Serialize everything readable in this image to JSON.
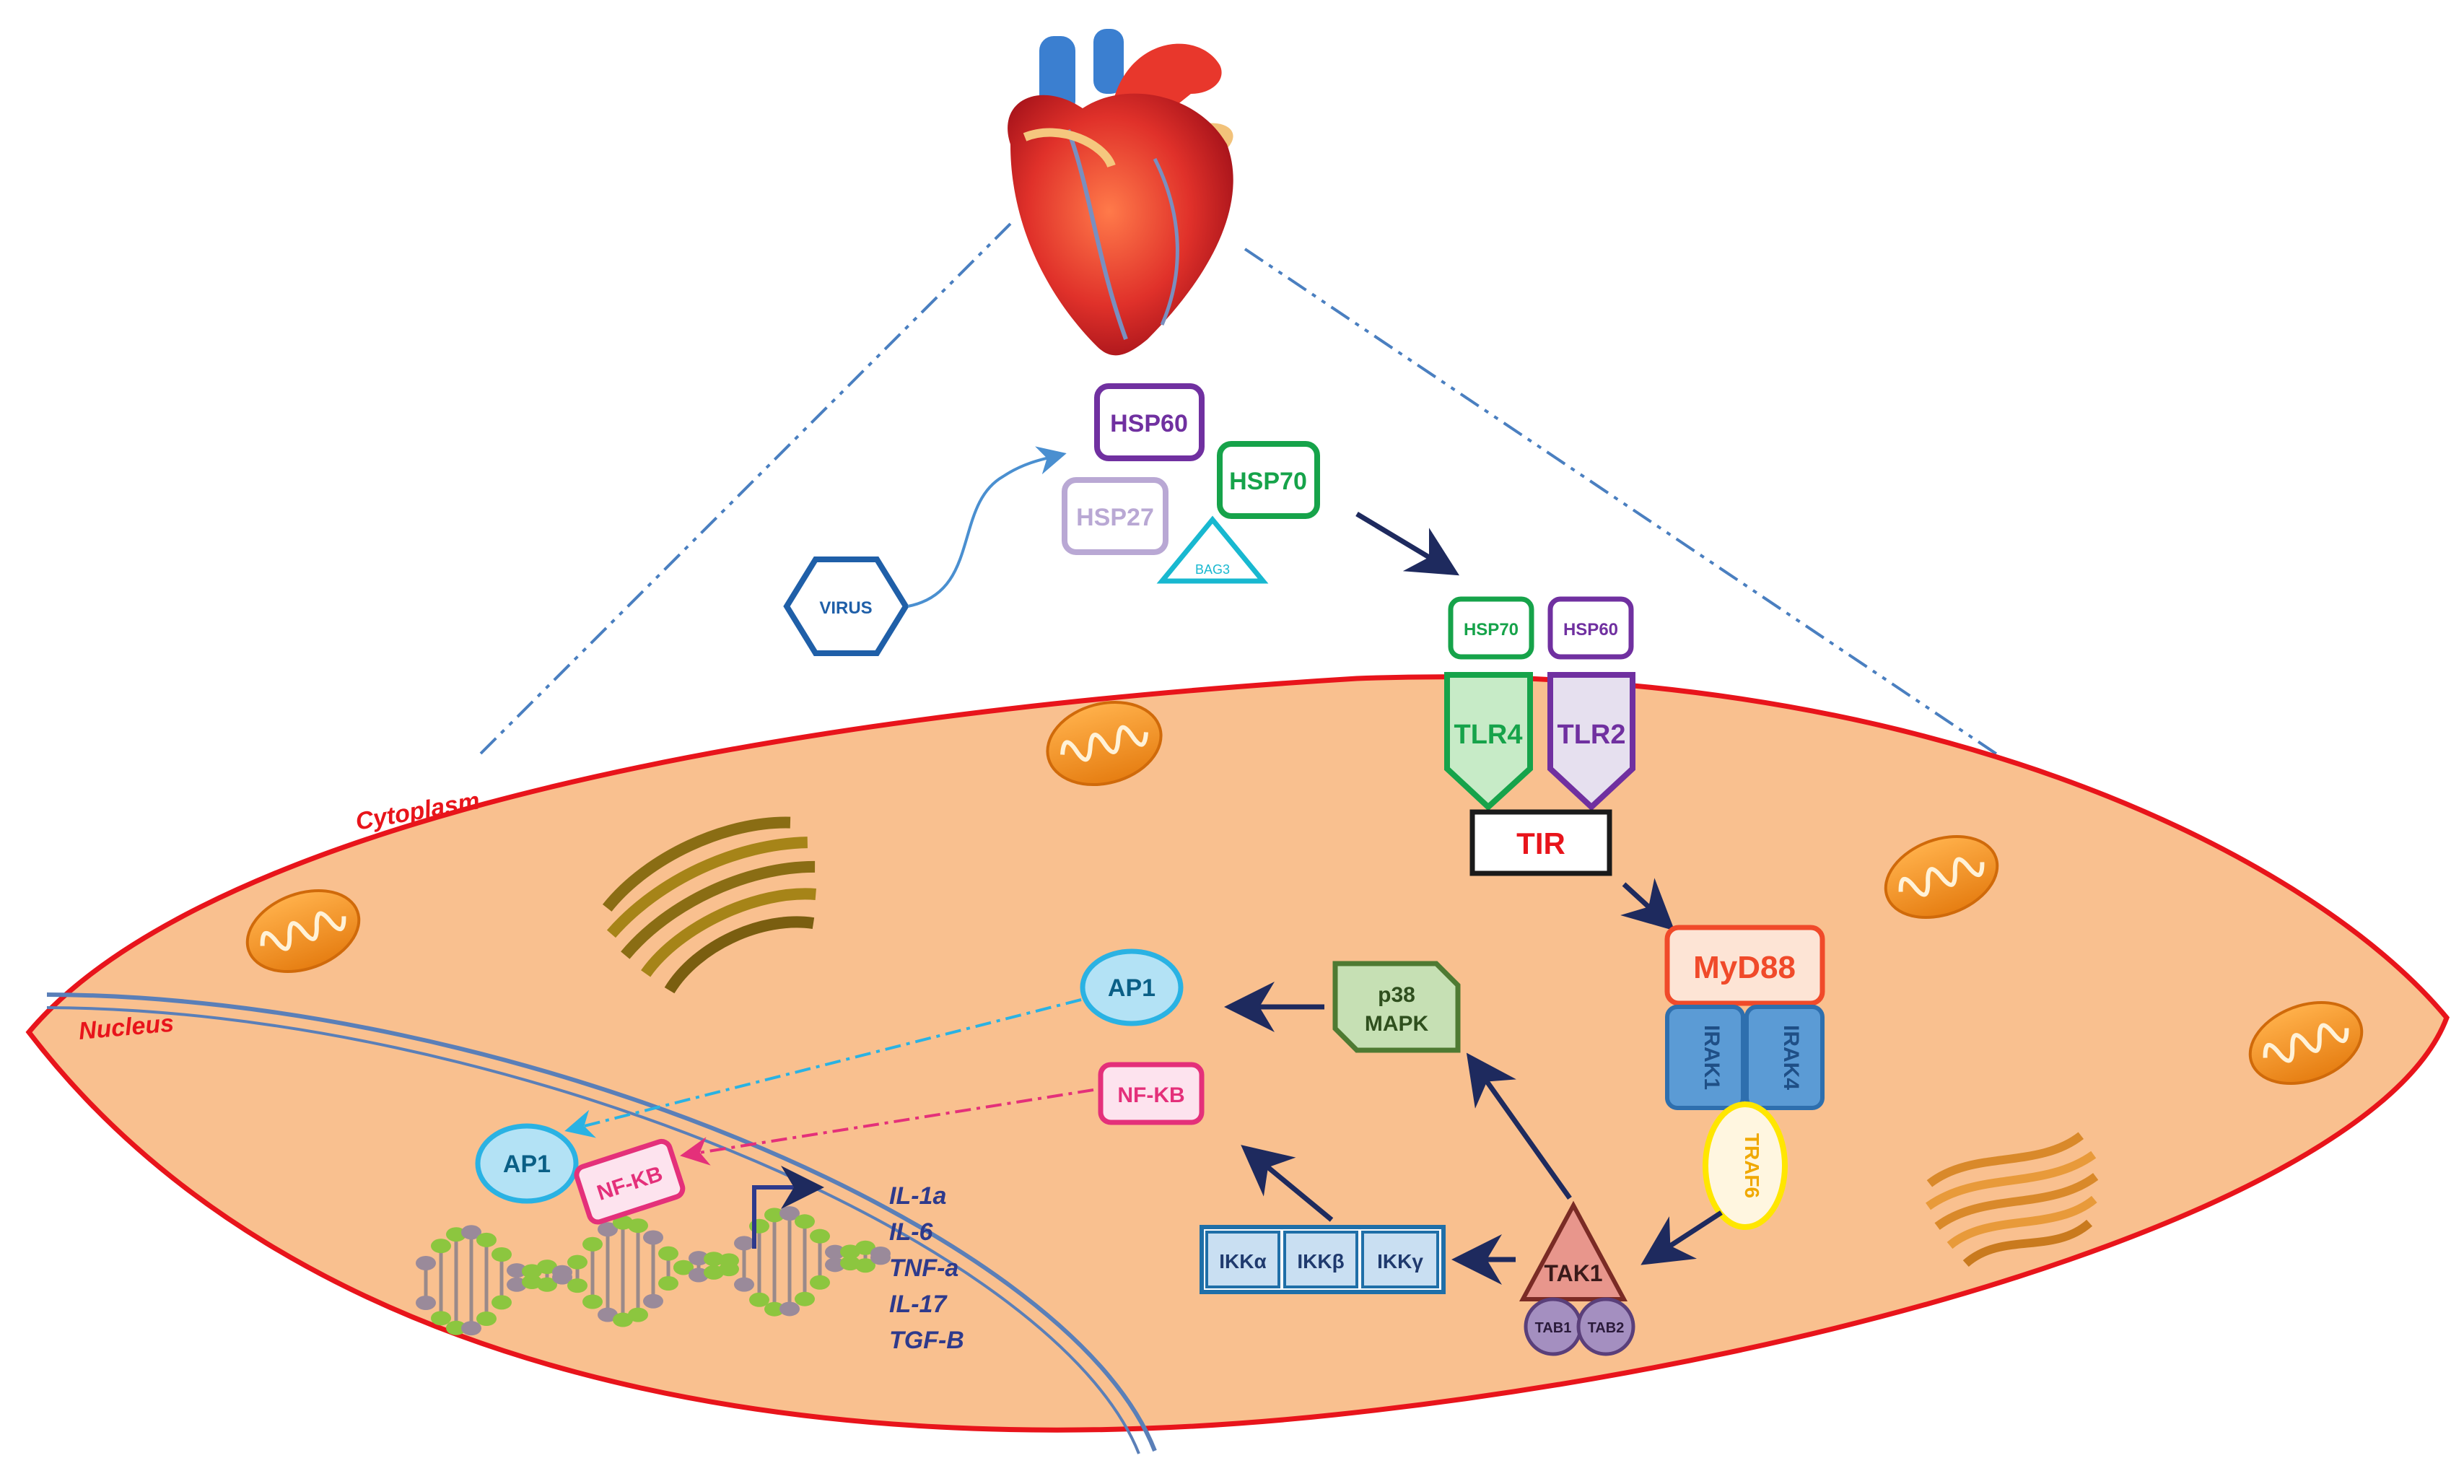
{
  "labels": {
    "cytoplasm": "Cytoplasm",
    "nucleus": "Nucleus",
    "virus": "VIRUS",
    "hsp60": "HSP60",
    "hsp70": "HSP70",
    "hsp27": "HSP27",
    "bag3": "BAG3",
    "hsp70_small": "HSP70",
    "hsp60_small": "HSP60",
    "tlr4": "TLR4",
    "tlr2": "TLR2",
    "tir": "TIR",
    "myd88": "MyD88",
    "irak1": "IRAK1",
    "irak4": "IRAK4",
    "traf6": "TRAF6",
    "tak1": "TAK1",
    "tab1": "TAB1",
    "tab2": "TAB2",
    "ikka": "IKKα",
    "ikkb": "IKKβ",
    "ikkg": "IKKγ",
    "p38_line1": "p38",
    "p38_line2": "MAPK",
    "ap1": "AP1",
    "nfkb": "NF-KB",
    "ap1_nuc": "AP1",
    "nfkb_nuc": "NF-KB"
  },
  "cytokines": [
    "IL-1a",
    "IL-6",
    "TNF-a",
    "IL-17",
    "TGF-B"
  ],
  "colors": {
    "cell_fill": "#f9c08f",
    "cell_border": "#e8141b",
    "nucleus_line": "#5a7fb8",
    "hsp60": "#7030a0",
    "hsp70": "#16a34a",
    "hsp27": "#b9a8d4",
    "bag3": "#18b8d0",
    "virus": "#1f5fa8",
    "tir_text": "#e8141b",
    "myd88": "#f04a2a",
    "irak": "#5b9bd5",
    "traf6": "#ffe600",
    "tak1": "#e8968c",
    "tab": "#a48fc0",
    "ikk": "#1f6fa8",
    "p38": "#4e7a32",
    "ap1": "#2ab2e3",
    "nfkb": "#e4307a",
    "arrow": "#1e2a5e",
    "cytokine_text": "#2e3a8c",
    "cone_line": "#4a7fc0"
  }
}
